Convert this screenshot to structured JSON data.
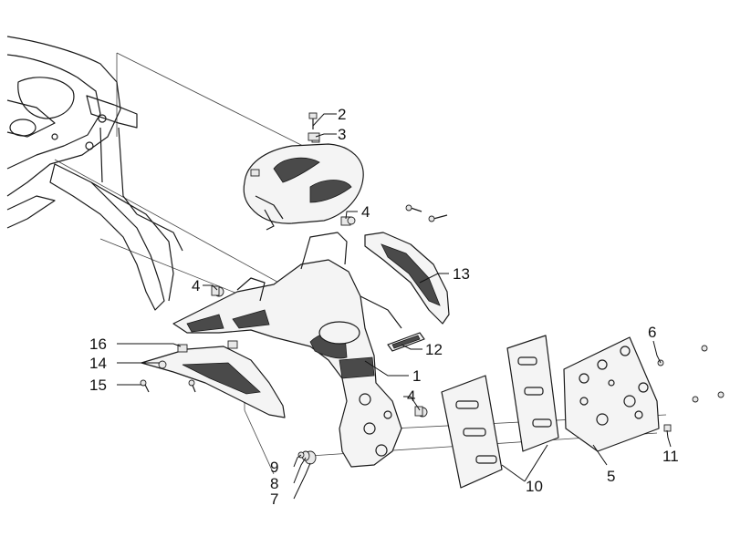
{
  "callouts": {
    "c1": "1",
    "c2": "2",
    "c3": "3",
    "c4a": "4",
    "c4b": "4",
    "c4c": "4",
    "c5": "5",
    "c6": "6",
    "c7": "7",
    "c8": "8",
    "c9": "9",
    "c10": "10",
    "c11": "11",
    "c12": "12",
    "c13": "13",
    "c14": "14",
    "c15": "15",
    "c16": "16"
  },
  "colors": {
    "line": "#1a1a1a",
    "background": "#ffffff",
    "shade": "#4a4a4a"
  }
}
